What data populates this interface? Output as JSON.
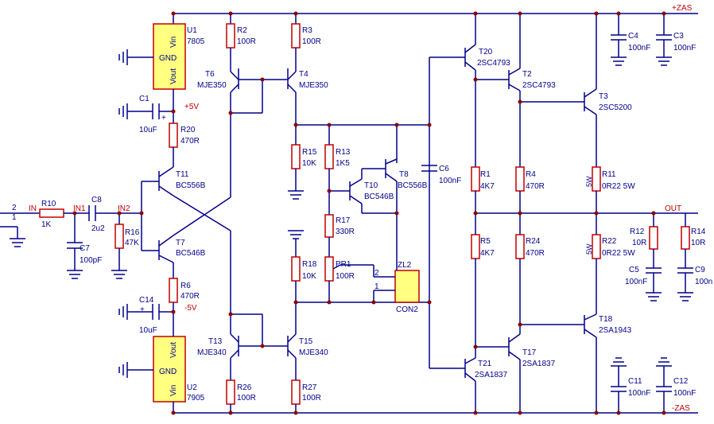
{
  "rails": {
    "pos": "+ZAS",
    "neg": "-ZAS",
    "out": "OUT",
    "p5": "+5V",
    "m5": "-5V"
  },
  "nets": {
    "in": "IN",
    "in1": "IN1",
    "in2": "IN2"
  },
  "pins": {
    "p2": "2",
    "p1": "1",
    "zl2_2": "2",
    "zl2_1": "1"
  },
  "ics": {
    "u1": {
      "ref": "U1",
      "val": "7805",
      "vin": "Vin",
      "gnd": "GND",
      "vout": "Vout"
    },
    "u2": {
      "ref": "U2",
      "val": "7905",
      "vin": "Vin",
      "gnd": "GND",
      "vout": "Vout"
    }
  },
  "con": {
    "ref": "ZL2",
    "val": "CON2"
  },
  "resistors": {
    "r10": {
      "ref": "R10",
      "val": "1K"
    },
    "r16": {
      "ref": "R16",
      "val": "47K"
    },
    "r20": {
      "ref": "R20",
      "val": "470R"
    },
    "r6": {
      "ref": "R6",
      "val": "470R"
    },
    "r2": {
      "ref": "R2",
      "val": "100R"
    },
    "r3": {
      "ref": "R3",
      "val": "100R"
    },
    "r15": {
      "ref": "R15",
      "val": "10K"
    },
    "r13": {
      "ref": "R13",
      "val": "1K5"
    },
    "r17": {
      "ref": "R17",
      "val": "330R"
    },
    "r18": {
      "ref": "R18",
      "val": "10K"
    },
    "pr1": {
      "ref": "PR1",
      "val": "100R"
    },
    "r26": {
      "ref": "R26",
      "val": "100R"
    },
    "r27": {
      "ref": "R27",
      "val": "100R"
    },
    "r1": {
      "ref": "R1",
      "val": "4K7"
    },
    "r5": {
      "ref": "R5",
      "val": "4K7"
    },
    "r4": {
      "ref": "R4",
      "val": "470R"
    },
    "r24": {
      "ref": "R24",
      "val": "470R"
    },
    "r11": {
      "ref": "R11",
      "val": "0R22 5W",
      "tag": "5W"
    },
    "r22": {
      "ref": "R22",
      "val": "0R22 5W",
      "tag": "5W"
    },
    "r12": {
      "ref": "R12",
      "val": "10R"
    },
    "r14": {
      "ref": "R14",
      "val": "10R"
    }
  },
  "caps": {
    "c8": {
      "ref": "C8",
      "val": "2u2"
    },
    "c7": {
      "ref": "C7",
      "val": "100pF"
    },
    "c1": {
      "ref": "C1",
      "val": "10uF",
      "pol": "+"
    },
    "c14": {
      "ref": "C14",
      "val": "10uF",
      "pol": "+"
    },
    "c6": {
      "ref": "C6",
      "val": "100nF"
    },
    "c4": {
      "ref": "C4",
      "val": "100nF"
    },
    "c3": {
      "ref": "C3",
      "val": "100nF"
    },
    "c5": {
      "ref": "C5",
      "val": "100nF"
    },
    "c9": {
      "ref": "C9",
      "val": "100n"
    },
    "c11": {
      "ref": "C11",
      "val": "100nF"
    },
    "c12": {
      "ref": "C12",
      "val": "100nF"
    }
  },
  "transistors": {
    "t6": {
      "ref": "T6",
      "val": "MJE350"
    },
    "t4": {
      "ref": "T4",
      "val": "MJE350"
    },
    "t11": {
      "ref": "T11",
      "val": "BC556B"
    },
    "t7": {
      "ref": "T7",
      "val": "BC546B"
    },
    "t10": {
      "ref": "T10",
      "val": "BC546B"
    },
    "t8": {
      "ref": "T8",
      "val": "BC556B"
    },
    "t13": {
      "ref": "T13",
      "val": "MJE340"
    },
    "t15": {
      "ref": "T15",
      "val": "MJE340"
    },
    "t20": {
      "ref": "T20",
      "val": "2SC4793"
    },
    "t2": {
      "ref": "T2",
      "val": "2SC4793"
    },
    "t3": {
      "ref": "T3",
      "val": "2SC5200"
    },
    "t21": {
      "ref": "T21",
      "val": "2SA1837"
    },
    "t17": {
      "ref": "T17",
      "val": "2SA1837"
    },
    "t18": {
      "ref": "T18",
      "val": "2SA1943"
    }
  }
}
